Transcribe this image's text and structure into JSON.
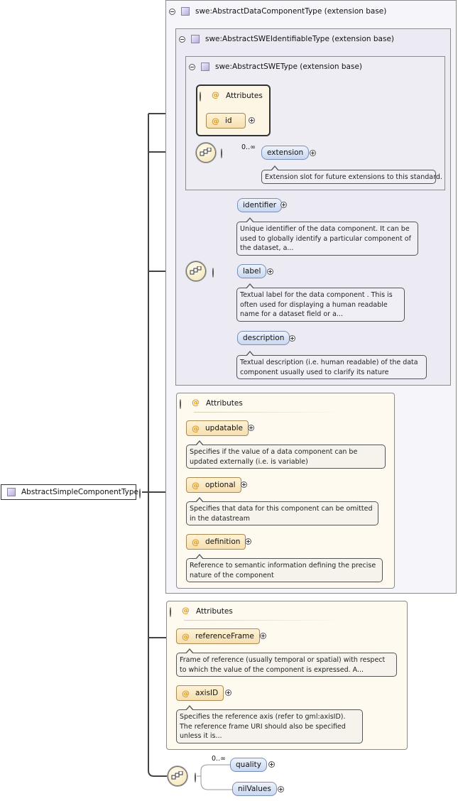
{
  "root": {
    "label": "AbstractSimpleComponentType"
  },
  "ext1": {
    "title": "swe:AbstractDataComponentType (extension base)"
  },
  "ext2": {
    "title": "swe:AbstractSWEIdentifiableType (extension base)"
  },
  "ext3": {
    "title": "swe:AbstractSWEType (extension base)"
  },
  "attrs_swe": {
    "title": "Attributes",
    "items": [
      {
        "name": "id"
      }
    ]
  },
  "extension": {
    "cardinality": "0..∞",
    "name": "extension",
    "doc": "Extension slot for future extensions to this standard."
  },
  "identifiable": [
    {
      "name": "identifier",
      "doc": "Unique identifier of the data component. It can be used to globally identify a particular component of the dataset, a..."
    },
    {
      "name": "label",
      "doc": "Textual label for the data component . This is often used for displaying a human readable name for a dataset field or a..."
    },
    {
      "name": "description",
      "doc": "Textual description (i.e. human readable) of the data component usually used to clarify its nature"
    }
  ],
  "attrs_data": {
    "title": "Attributes",
    "items": [
      {
        "name": "updatable",
        "doc": "Specifies if the value of a data component can be updated externally (i.e. is variable)"
      },
      {
        "name": "optional",
        "doc": "Specifies that data for this component can be omitted in the datastream"
      },
      {
        "name": "definition",
        "doc": "Reference to semantic information defining the precise nature of the component"
      }
    ]
  },
  "attrs_simple": {
    "title": "Attributes",
    "items": [
      {
        "name": "referenceFrame",
        "doc": "Frame of reference (usually temporal or spatial) with respect to which the value of the component is expressed. A..."
      },
      {
        "name": "axisID",
        "doc": "Specifies the reference axis (refer to gml:axisID). The reference frame URI should also be specified unless it is..."
      }
    ]
  },
  "quality": {
    "cardinality": "0..∞",
    "name": "quality"
  },
  "nilValues": {
    "name": "nilValues"
  },
  "colors": {
    "frame_bg": "#f6f5fa",
    "attr_bg": "#fffaf0",
    "element_fill": "#c9d7ef",
    "attr_fill": "#f6dfb0",
    "at_symbol": "#e19b14"
  }
}
